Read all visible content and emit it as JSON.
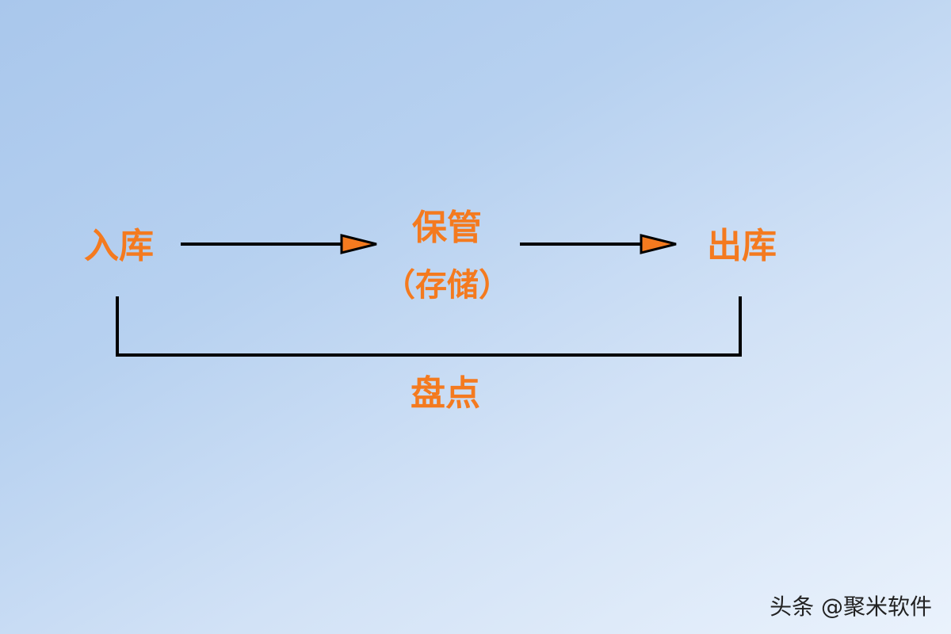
{
  "nodes": {
    "inbound": "入库",
    "storage": "保管",
    "storage_sub": "（存储）",
    "outbound": "出库",
    "inventory": "盘点"
  },
  "watermark": "头条 @聚米软件",
  "colors": {
    "label": "#f47a1f",
    "arrow_fill": "#f47a1f",
    "line": "#000000",
    "watermark": "#222222"
  }
}
